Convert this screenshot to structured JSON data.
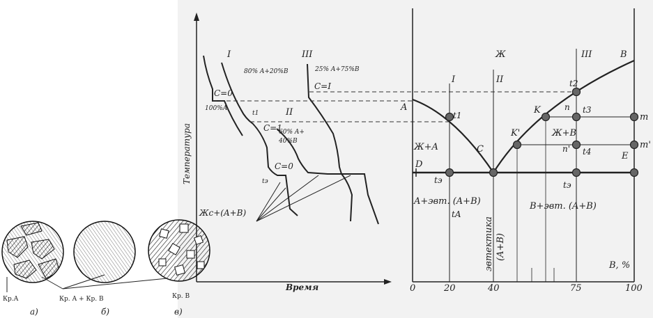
{
  "labels": {
    "y_axis": "Температура",
    "x_axis": "Время",
    "curve_I": "I",
    "curve_II": "II",
    "curve_III": "III",
    "comp_I": "80% A+20%B",
    "comp_II_1": "60% A+",
    "comp_II_2": "40%B",
    "comp_III": "25% A+75%B",
    "pure_A": "100%A",
    "c0_a": "C=0",
    "c1_a": "C=1",
    "c1_b": "C=I",
    "c0_b": "C=0",
    "t1": "t1",
    "te": "tэ",
    "liquid_annot": "Жс+(A+B)"
  },
  "phase_diagram": {
    "liquid": "Ж",
    "line_I": "I",
    "line_II": "II",
    "line_III": "III",
    "pt_A": "A",
    "pt_B": "B",
    "pt_C": "C",
    "pt_D": "D",
    "pt_E": "E",
    "pt_K": "K",
    "pt_K1": "K'",
    "pt_n": "n",
    "pt_n1": "n'",
    "pt_m": "m",
    "pt_m1": "m'",
    "t1": "t1",
    "t2": "t2",
    "t3": "t3",
    "t4": "t4",
    "te": "tэ",
    "te2": "tэ",
    "tA": "tA",
    "zh_a": "Ж+A",
    "zh_b": "Ж+B",
    "region_a": "A+эвт. (A+B)",
    "region_b": "B+эвт. (A+B)",
    "eutectic_1": "эвтектика",
    "eutectic_2": "(A+B)",
    "axis_unit": "B, %",
    "ticks": [
      "0",
      "20",
      "40",
      "75",
      "100"
    ]
  },
  "micro": {
    "kr_a": "Кр.А",
    "kr_ab": "Кр. А + Кр. В",
    "kr_b": "Кр. В",
    "cap_a": "а)",
    "cap_b": "б)",
    "cap_c": "в)"
  }
}
